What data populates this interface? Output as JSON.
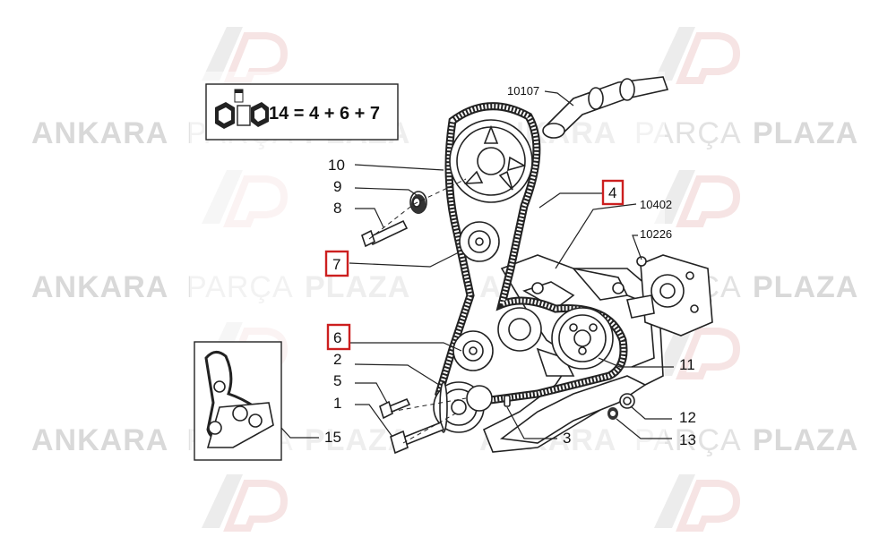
{
  "watermark": {
    "word1": "ANKARA",
    "word2": "PARÇA",
    "word3": "PLAZA",
    "logo_letters": "AP"
  },
  "legend": {
    "formula": "14 = 4 + 6 + 7",
    "icon": "assembly-kit-icon"
  },
  "callouts": [
    {
      "id": "c10107",
      "text": "10107",
      "highlighted": false
    },
    {
      "id": "c10",
      "text": "10",
      "highlighted": false
    },
    {
      "id": "c9",
      "text": "9",
      "highlighted": false
    },
    {
      "id": "c8",
      "text": "8",
      "highlighted": false
    },
    {
      "id": "c7",
      "text": "7",
      "highlighted": true
    },
    {
      "id": "c4",
      "text": "4",
      "highlighted": true
    },
    {
      "id": "c10402",
      "text": "10402",
      "highlighted": false
    },
    {
      "id": "c10226",
      "text": "10226",
      "highlighted": false
    },
    {
      "id": "c6",
      "text": "6",
      "highlighted": true
    },
    {
      "id": "c2",
      "text": "2",
      "highlighted": false
    },
    {
      "id": "c5",
      "text": "5",
      "highlighted": false
    },
    {
      "id": "c1",
      "text": "1",
      "highlighted": false
    },
    {
      "id": "c11",
      "text": "11",
      "highlighted": false
    },
    {
      "id": "c12",
      "text": "12",
      "highlighted": false
    },
    {
      "id": "c13",
      "text": "13",
      "highlighted": false
    },
    {
      "id": "c3",
      "text": "3",
      "highlighted": false
    },
    {
      "id": "c15",
      "text": "15",
      "highlighted": false
    }
  ],
  "colors": {
    "highlight": "#cc1f1f",
    "watermark": "#d9d9d9",
    "ink": "#222222"
  }
}
